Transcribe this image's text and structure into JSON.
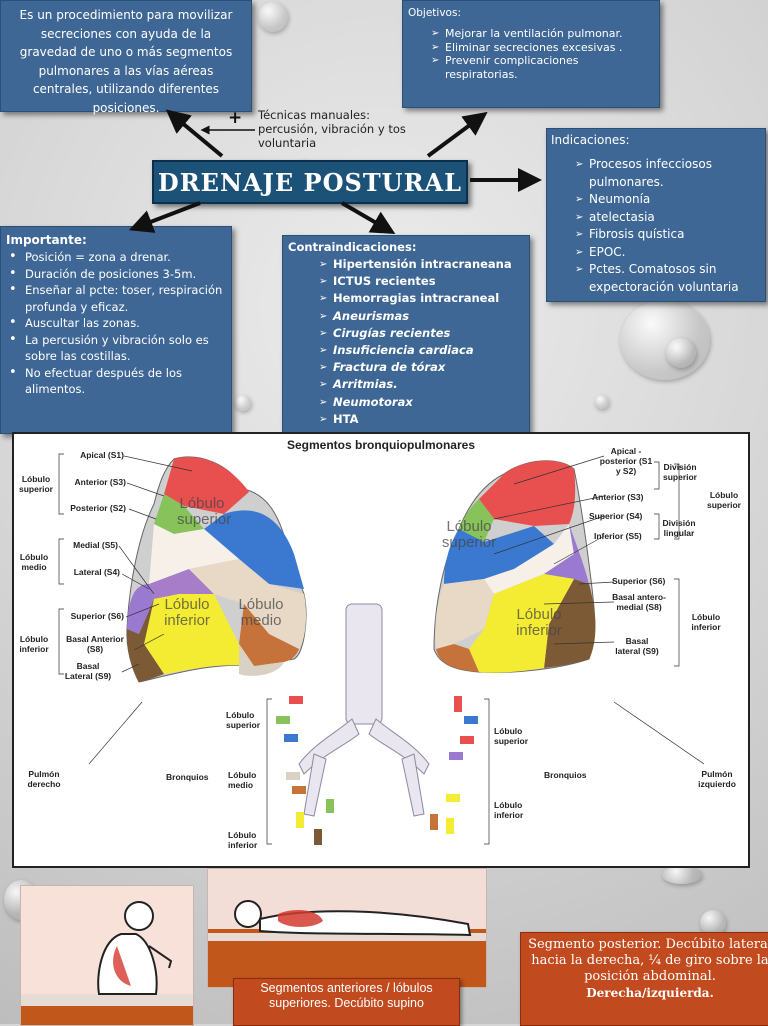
{
  "definition": "Es un procedimiento para movilizar secreciones con ayuda de la gravedad de uno o más segmentos pulmonares a las vías aéreas centrales, utilizando diferentes posiciones.",
  "objectives": {
    "heading": "Objetivos:",
    "items": [
      "Mejorar la ventilación pulmonar.",
      "Eliminar secreciones excesivas .",
      "Prevenir complicaciones respiratorias."
    ]
  },
  "techniques": {
    "plus": "+",
    "text": "Técnicas manuales: percusión, vibración y tos voluntaria"
  },
  "title": "DRENAJE POSTURAL",
  "indications": {
    "heading": "Indicaciones:",
    "items": [
      "Procesos infecciosos pulmonares.",
      "Neumonía",
      "atelectasia",
      "Fibrosis quística",
      "EPOC.",
      "Pctes. Comatosos sin expectoración voluntaria"
    ]
  },
  "important": {
    "heading": "Importante:",
    "items": [
      "Posición = zona a drenar.",
      "Duración de posiciones 3-5m.",
      "Enseñar al pcte: toser, respiración profunda y eficaz.",
      "Auscultar las zonas.",
      "La percusión y vibración solo es sobre las costillas.",
      "No efectuar después de los alimentos."
    ]
  },
  "contraindications": {
    "heading": "Contraindicaciones:",
    "items": [
      "Hipertensión intracraneana",
      "ICTUS recientes",
      "Hemorragias intracraneal",
      "Aneurismas",
      "Cirugías recientes",
      "Insuficiencia cardiaca",
      "Fractura de tórax",
      "Arritmias.",
      "Neumotorax",
      "HTA"
    ]
  },
  "diagram": {
    "title": "Segmentos bronquiopulmonares",
    "right_lung_labels": {
      "apical": "Apical (S1)",
      "anterior": "Anterior (S3)",
      "posterior": "Posterior (S2)",
      "medial": "Medial (S5)",
      "lateral": "Lateral (S4)",
      "superior": "Superior (S6)",
      "basal_anterior": "Basal Anterior (S8)",
      "basal_lateral": "Basal Lateral (S9)",
      "group_superior": "Lóbulo superior",
      "group_medio": "Lóbulo medio",
      "group_inferior": "Lóbulo inferior",
      "lung_name": "Pulmón derecho"
    },
    "left_lung_labels": {
      "apical_posterior": "Apical - posterior (S1 y S2)",
      "anterior": "Anterior (S3)",
      "superior_s4": "Superior (S4)",
      "inferior_s5": "Inferior (S5)",
      "division_superior": "División superior",
      "division_lingular": "División lingular",
      "group_superior": "Lóbulo superior",
      "superior_s6": "Superior (S6)",
      "basal_antero_medial": "Basal antero-medial (S8)",
      "basal_lateral": "Basal lateral (S9)",
      "group_inferior": "Lóbulo inferior",
      "lung_name": "Pulmón izquierdo"
    },
    "lobe_overlays": {
      "r_superior": "Lóbulo superior",
      "r_inferior": "Lóbulo inferior",
      "r_medio": "Lóbulo medio",
      "l_superior": "Lóbulo superior",
      "l_inferior": "Lóbulo inferior"
    },
    "bronchi_labels": {
      "l_sup": "Lóbulo superior",
      "l_med": "Lóbulo medio",
      "l_inf": "Lóbulo inferior",
      "l_bronquios": "Bronquios",
      "r_sup": "Lóbulo superior",
      "r_inf": "Lóbulo inferior",
      "r_bronquios": "Bronquios"
    }
  },
  "captions": {
    "anterior": "Segmentos anteriores / lóbulos superiores. Decúbito supino",
    "posterior_line1": "Segmento posterior. Decúbito lateral hacia la derecha, ¼ de giro sobre la posición abdominal.",
    "posterior_line2": "Derecha/izquierda."
  },
  "colors": {
    "box_blue": "#3f6796",
    "title_blue": "#1c5178",
    "caption_orange": "#c24a1f"
  }
}
